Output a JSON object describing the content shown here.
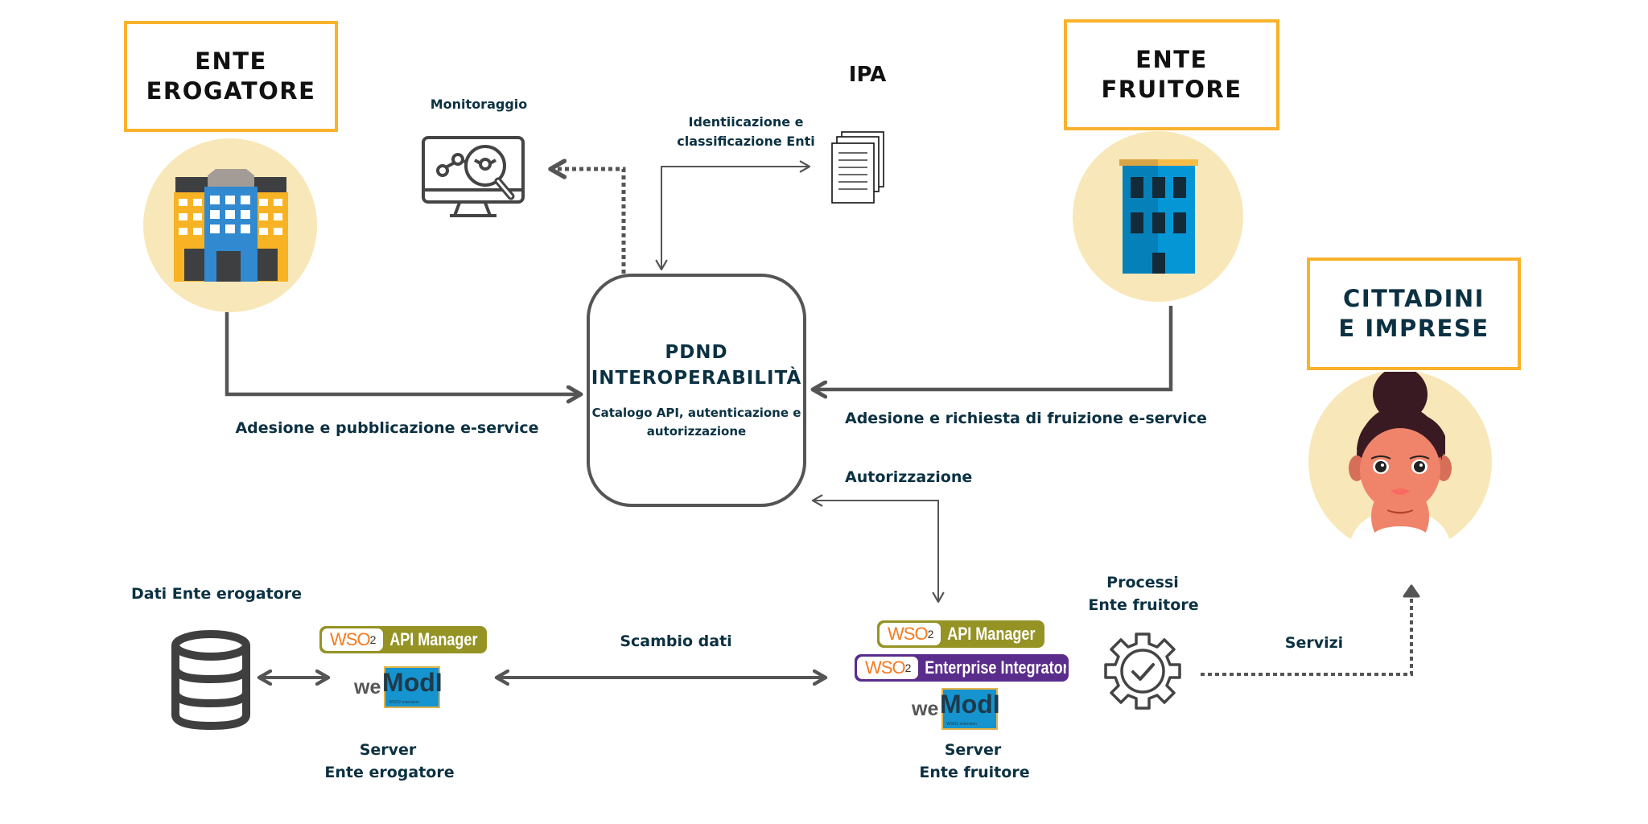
{
  "diagram": {
    "title": "PDND Interoperabilità architecture",
    "nodes": {
      "ente_erogatore": {
        "title_lines": [
          "ENTE",
          "EROGATORE"
        ],
        "icon": "office-building-icon"
      },
      "ente_fruitore": {
        "title_lines": [
          "ENTE",
          "FRUITORE"
        ],
        "icon": "office-tower-icon"
      },
      "cittadini": {
        "title_lines": [
          "CITTADINI",
          "E IMPRESE"
        ],
        "icon": "citizen-avatar-icon"
      },
      "monitoraggio": {
        "label": "Monitoraggio",
        "icon": "monitor-analytics-icon"
      },
      "ipa": {
        "label": "IPA",
        "icon": "documents-icon"
      },
      "pdnd": {
        "title_lines": [
          "PDND",
          "INTEROPERABILITÀ"
        ],
        "subtitle_lines": [
          "Catalogo API, autenticazione e",
          "autorizzazione"
        ]
      },
      "dati_erogatore": {
        "label": "Dati Ente erogatore",
        "icon": "database-icon"
      },
      "server_erogatore": {
        "label_lines": [
          "Server",
          "Ente erogatore"
        ],
        "products": [
          {
            "brand": "WSO",
            "sub": "2",
            "name": "API Manager",
            "color": "#959324"
          }
        ],
        "wemodi": {
          "we": "we",
          "modi": "ModI",
          "ext": "WSO2 extension"
        }
      },
      "server_fruitore": {
        "label_lines": [
          "Server",
          "Ente fruitore"
        ],
        "products": [
          {
            "brand": "WSO",
            "sub": "2",
            "name": "API Manager",
            "color": "#959324"
          },
          {
            "brand": "WSO",
            "sub": "2",
            "name": "Enterprise Integrator",
            "color": "#5a2d8c"
          }
        ],
        "wemodi": {
          "we": "we",
          "modi": "ModI",
          "ext": "WSO2 extension"
        }
      },
      "processi_fruitore": {
        "label_lines": [
          "Processi",
          "Ente fruitore"
        ],
        "icon": "gear-check-icon"
      }
    },
    "edges": {
      "identificazione": {
        "label_lines": [
          "Identiicazione e",
          "classificazione Enti"
        ]
      },
      "adesione_pubblicazione": {
        "label": "Adesione e pubblicazione e-service"
      },
      "adesione_richiesta": {
        "label": "Adesione e richiesta di fruizione e-service"
      },
      "autorizzazione": {
        "label": "Autorizzazione"
      },
      "scambio_dati": {
        "label": "Scambio dati"
      },
      "servizi": {
        "label": "Servizi"
      }
    },
    "colors": {
      "box_border": "#f9b22b",
      "circle_fill": "#f8e8b9",
      "text_navy": "#0b3142",
      "line_gray": "#555555"
    }
  }
}
